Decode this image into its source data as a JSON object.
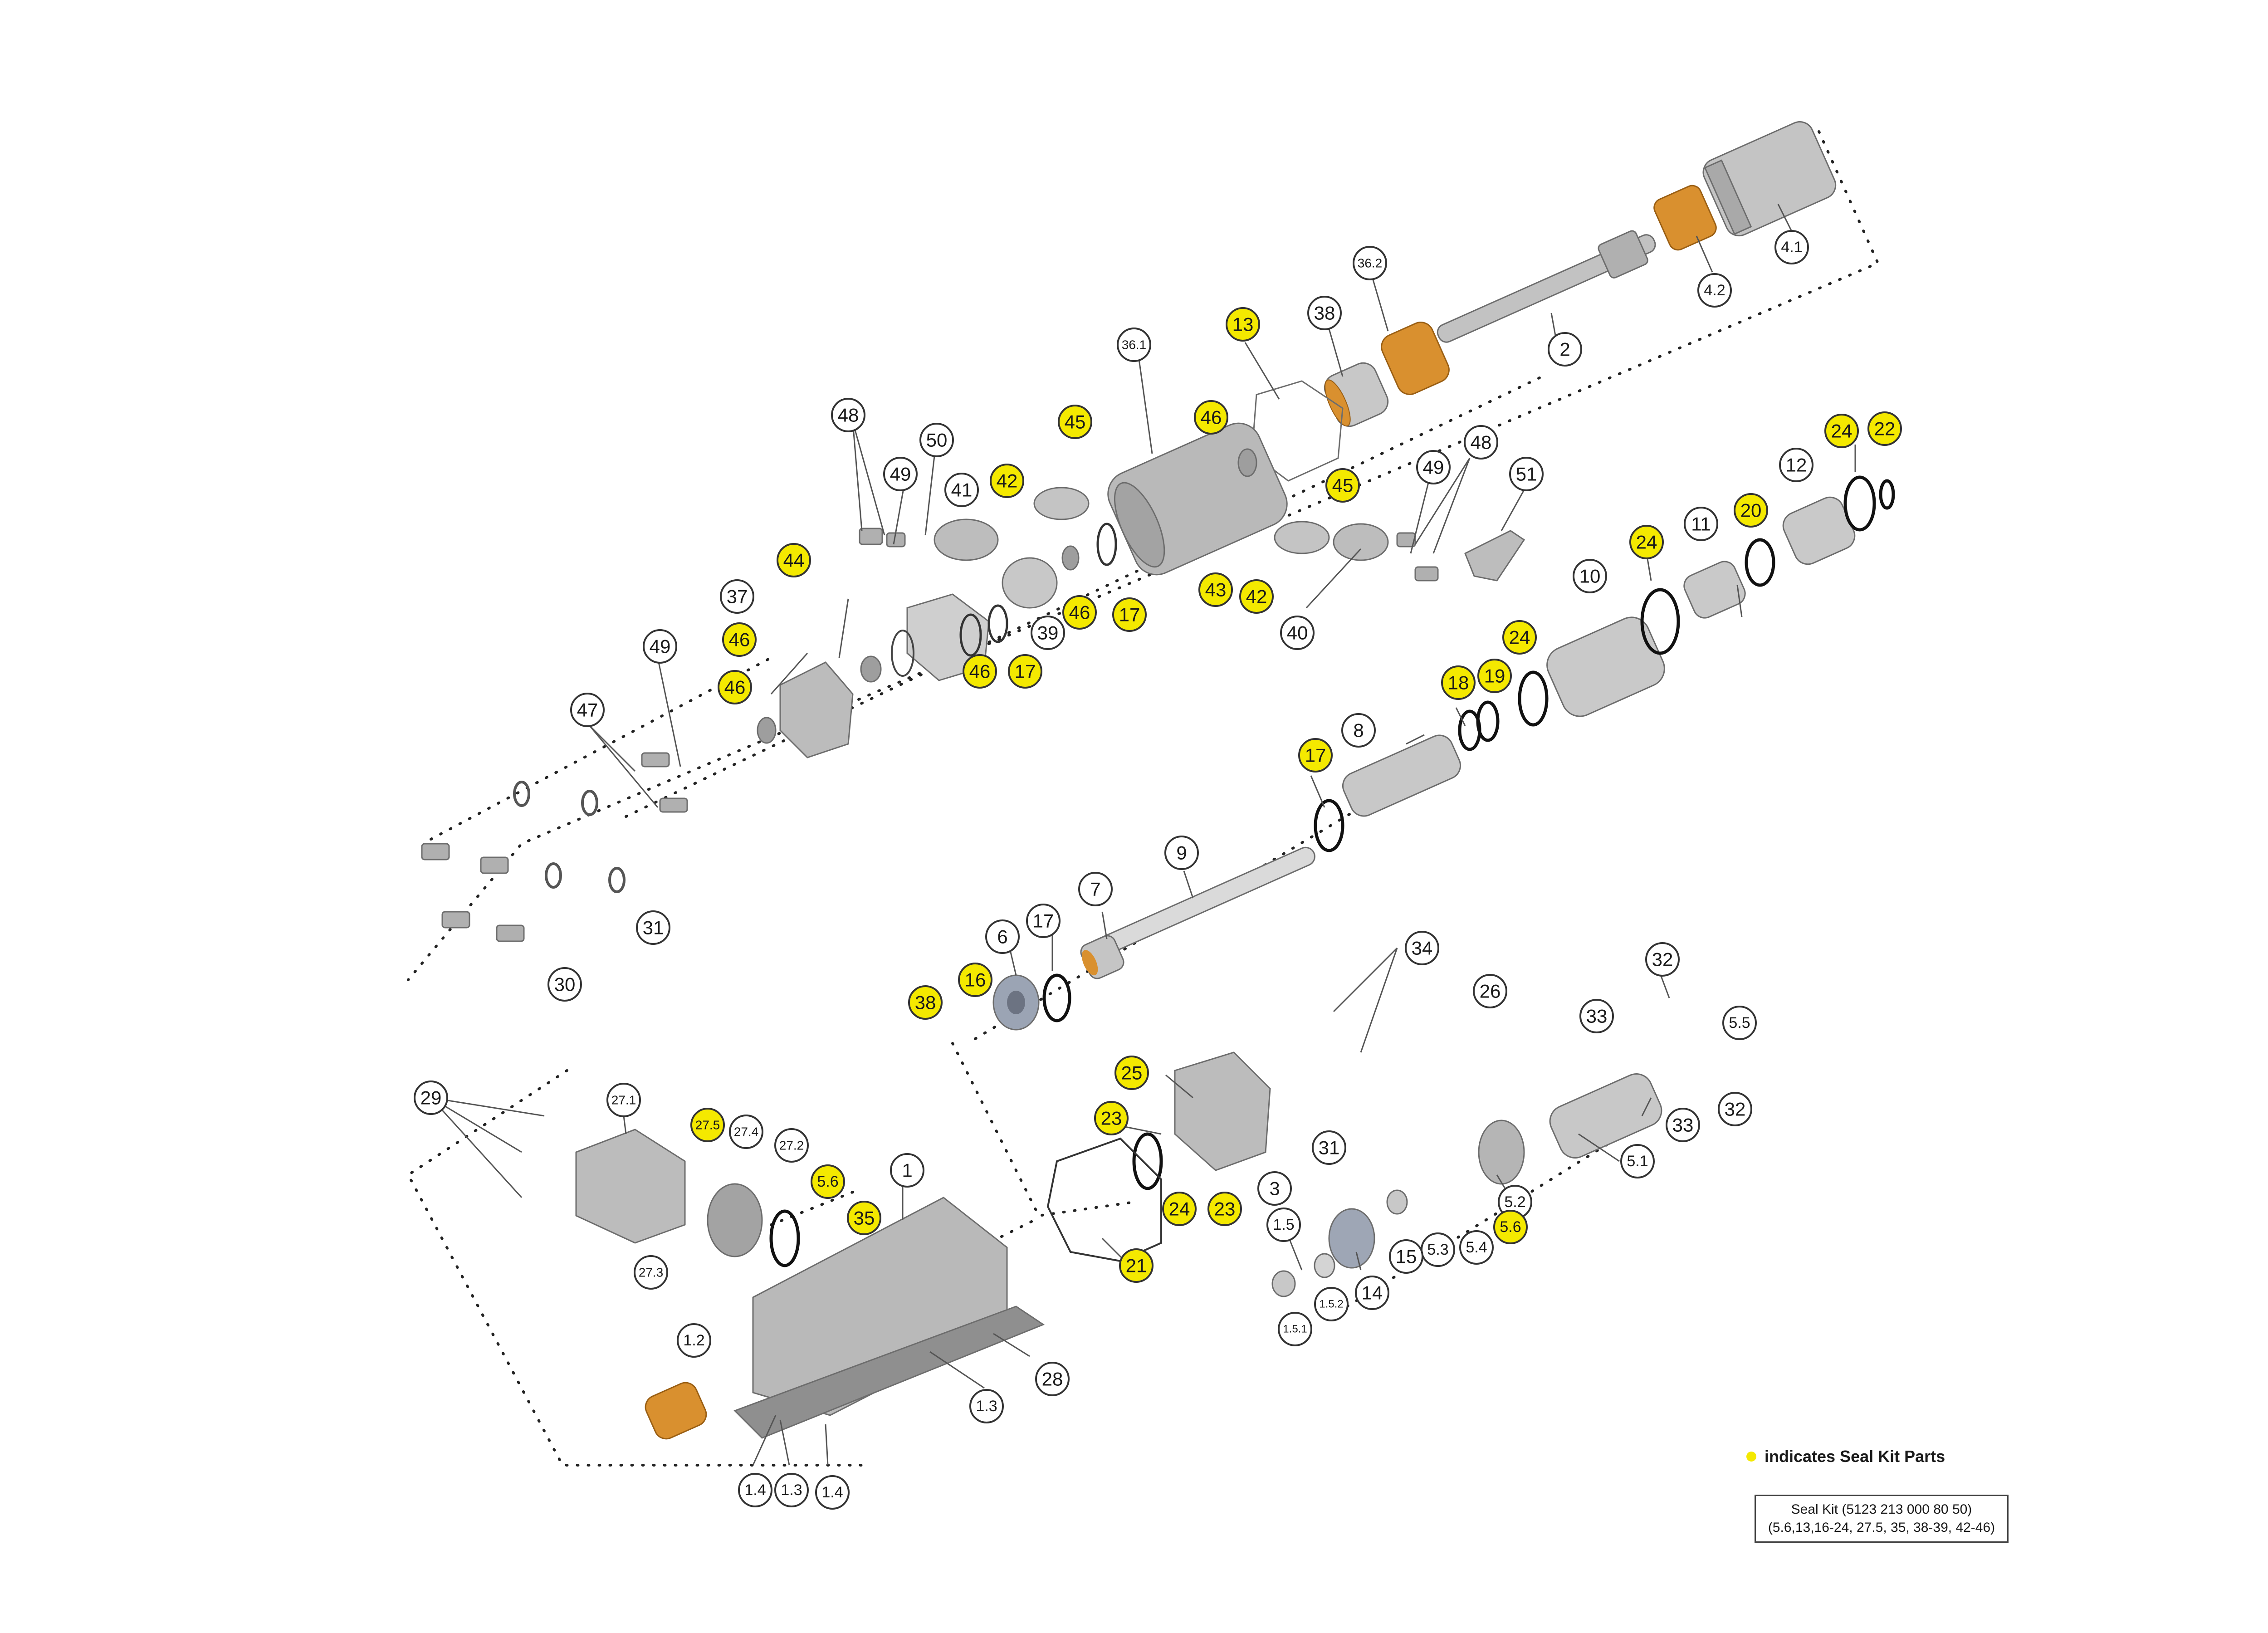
{
  "legend": {
    "text": "indicates Seal Kit Parts",
    "seal_kit_title": "Seal Kit (5123 213 000 80 50)",
    "seal_kit_parts": "(5.6,13,16-24, 27.5, 35, 38-39, 42-46)"
  },
  "colors": {
    "seal_highlight": "#f4e900",
    "metal": "#b8b8b8",
    "bronze": "#d9902f",
    "outline": "#333333"
  },
  "callouts": [
    {
      "label": "4.1",
      "hl": false
    },
    {
      "label": "4.2",
      "hl": false
    },
    {
      "label": "2",
      "hl": false
    },
    {
      "label": "36.2",
      "hl": false
    },
    {
      "label": "38",
      "hl": false
    },
    {
      "label": "13",
      "hl": true
    },
    {
      "label": "36.1",
      "hl": false
    },
    {
      "label": "46",
      "hl": true
    },
    {
      "label": "45",
      "hl": true
    },
    {
      "label": "45",
      "hl": true
    },
    {
      "label": "42",
      "hl": true
    },
    {
      "label": "41",
      "hl": false
    },
    {
      "label": "50",
      "hl": false
    },
    {
      "label": "49",
      "hl": false
    },
    {
      "label": "48",
      "hl": false
    },
    {
      "label": "44",
      "hl": true
    },
    {
      "label": "37",
      "hl": false
    },
    {
      "label": "39",
      "hl": false
    },
    {
      "label": "46",
      "hl": true
    },
    {
      "label": "17",
      "hl": true
    },
    {
      "label": "43",
      "hl": true
    },
    {
      "label": "42",
      "hl": true
    },
    {
      "label": "40",
      "hl": false
    },
    {
      "label": "49",
      "hl": false
    },
    {
      "label": "48",
      "hl": false
    },
    {
      "label": "51",
      "hl": false
    },
    {
      "label": "12",
      "hl": false
    },
    {
      "label": "24",
      "hl": true
    },
    {
      "label": "22",
      "hl": true
    },
    {
      "label": "11",
      "hl": false
    },
    {
      "label": "20",
      "hl": true
    },
    {
      "label": "24",
      "hl": true
    },
    {
      "label": "10",
      "hl": false
    },
    {
      "label": "24",
      "hl": true
    },
    {
      "label": "19",
      "hl": true
    },
    {
      "label": "18",
      "hl": true
    },
    {
      "label": "8",
      "hl": false
    },
    {
      "label": "17",
      "hl": true
    },
    {
      "label": "46",
      "hl": true
    },
    {
      "label": "46",
      "hl": true
    },
    {
      "label": "17",
      "hl": true
    },
    {
      "label": "46",
      "hl": true
    },
    {
      "label": "49",
      "hl": false
    },
    {
      "label": "47",
      "hl": false
    },
    {
      "label": "31",
      "hl": false
    },
    {
      "label": "30",
      "hl": false
    },
    {
      "label": "9",
      "hl": false
    },
    {
      "label": "7",
      "hl": false
    },
    {
      "label": "17",
      "hl": false
    },
    {
      "label": "6",
      "hl": false
    },
    {
      "label": "16",
      "hl": true
    },
    {
      "label": "38",
      "hl": true
    },
    {
      "label": "34",
      "hl": false
    },
    {
      "label": "26",
      "hl": false
    },
    {
      "label": "32",
      "hl": false
    },
    {
      "label": "33",
      "hl": false
    },
    {
      "label": "5.5",
      "hl": false
    },
    {
      "label": "33",
      "hl": false
    },
    {
      "label": "32",
      "hl": false
    },
    {
      "label": "25",
      "hl": true
    },
    {
      "label": "23",
      "hl": true
    },
    {
      "label": "31",
      "hl": false
    },
    {
      "label": "3",
      "hl": false
    },
    {
      "label": "24",
      "hl": true
    },
    {
      "label": "23",
      "hl": true
    },
    {
      "label": "21",
      "hl": true
    },
    {
      "label": "5.1",
      "hl": false
    },
    {
      "label": "5.2",
      "hl": false
    },
    {
      "label": "5.6",
      "hl": true
    },
    {
      "label": "5.4",
      "hl": false
    },
    {
      "label": "5.3",
      "hl": false
    },
    {
      "label": "15",
      "hl": false
    },
    {
      "label": "14",
      "hl": false
    },
    {
      "label": "1.5",
      "hl": false
    },
    {
      "label": "1.5.2",
      "hl": false
    },
    {
      "label": "1.5.1",
      "hl": false
    },
    {
      "label": "29",
      "hl": false
    },
    {
      "label": "27.1",
      "hl": false
    },
    {
      "label": "27.5",
      "hl": true
    },
    {
      "label": "27.4",
      "hl": false
    },
    {
      "label": "27.2",
      "hl": false
    },
    {
      "label": "5.6",
      "hl": true
    },
    {
      "label": "35",
      "hl": true
    },
    {
      "label": "1",
      "hl": false
    },
    {
      "label": "27.3",
      "hl": false
    },
    {
      "label": "1.2",
      "hl": false
    },
    {
      "label": "28",
      "hl": false
    },
    {
      "label": "1.3",
      "hl": false
    },
    {
      "label": "1.4",
      "hl": false
    },
    {
      "label": "1.3",
      "hl": false
    },
    {
      "label": "1.4",
      "hl": false
    }
  ]
}
